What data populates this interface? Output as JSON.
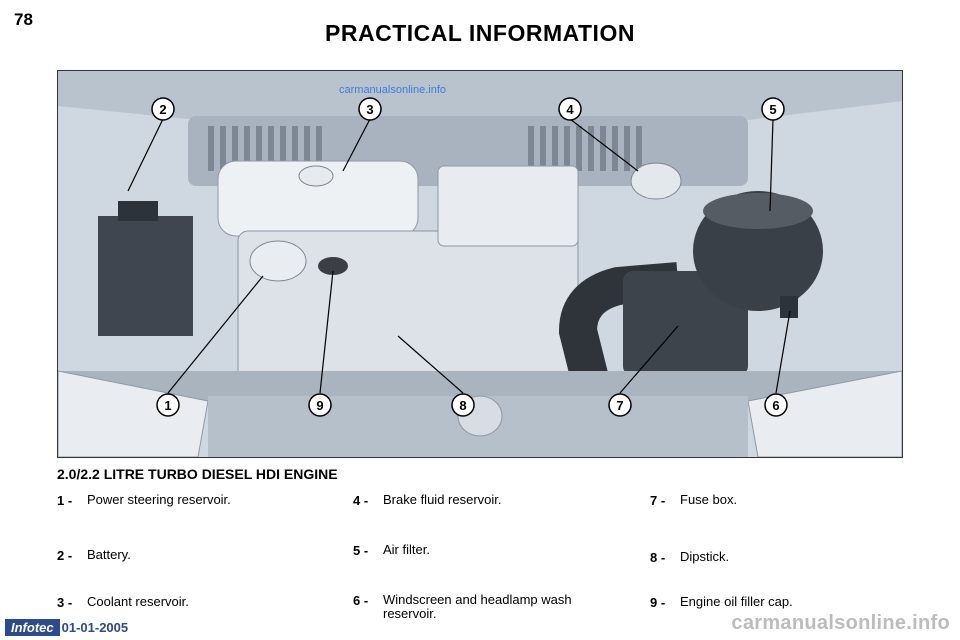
{
  "page": {
    "number": "78",
    "title": "PRACTICAL INFORMATION",
    "watermark_top": "carmanualsonline.info"
  },
  "figure": {
    "callouts": [
      "1",
      "2",
      "3",
      "4",
      "5",
      "6",
      "7",
      "8",
      "9"
    ]
  },
  "section": {
    "title": "2.0/2.2 LITRE TURBO DIESEL HDI ENGINE",
    "items": [
      {
        "num": "1 -",
        "text": "Power steering reservoir."
      },
      {
        "num": "2 -",
        "text": "Battery."
      },
      {
        "num": "3 -",
        "text": "Coolant reservoir."
      },
      {
        "num": "4 -",
        "text": "Brake fluid reservoir."
      },
      {
        "num": "5 -",
        "text": "Air filter."
      },
      {
        "num": "6 -",
        "text": "Windscreen and headlamp wash reservoir."
      },
      {
        "num": "7 -",
        "text": "Fuse box."
      },
      {
        "num": "8 -",
        "text": "Dipstick."
      },
      {
        "num": "9 -",
        "text": "Engine oil filler cap."
      }
    ]
  },
  "footer": {
    "logo": "Infotec",
    "date": "01-01-2005",
    "watermark": "carmanualsonline.info"
  }
}
